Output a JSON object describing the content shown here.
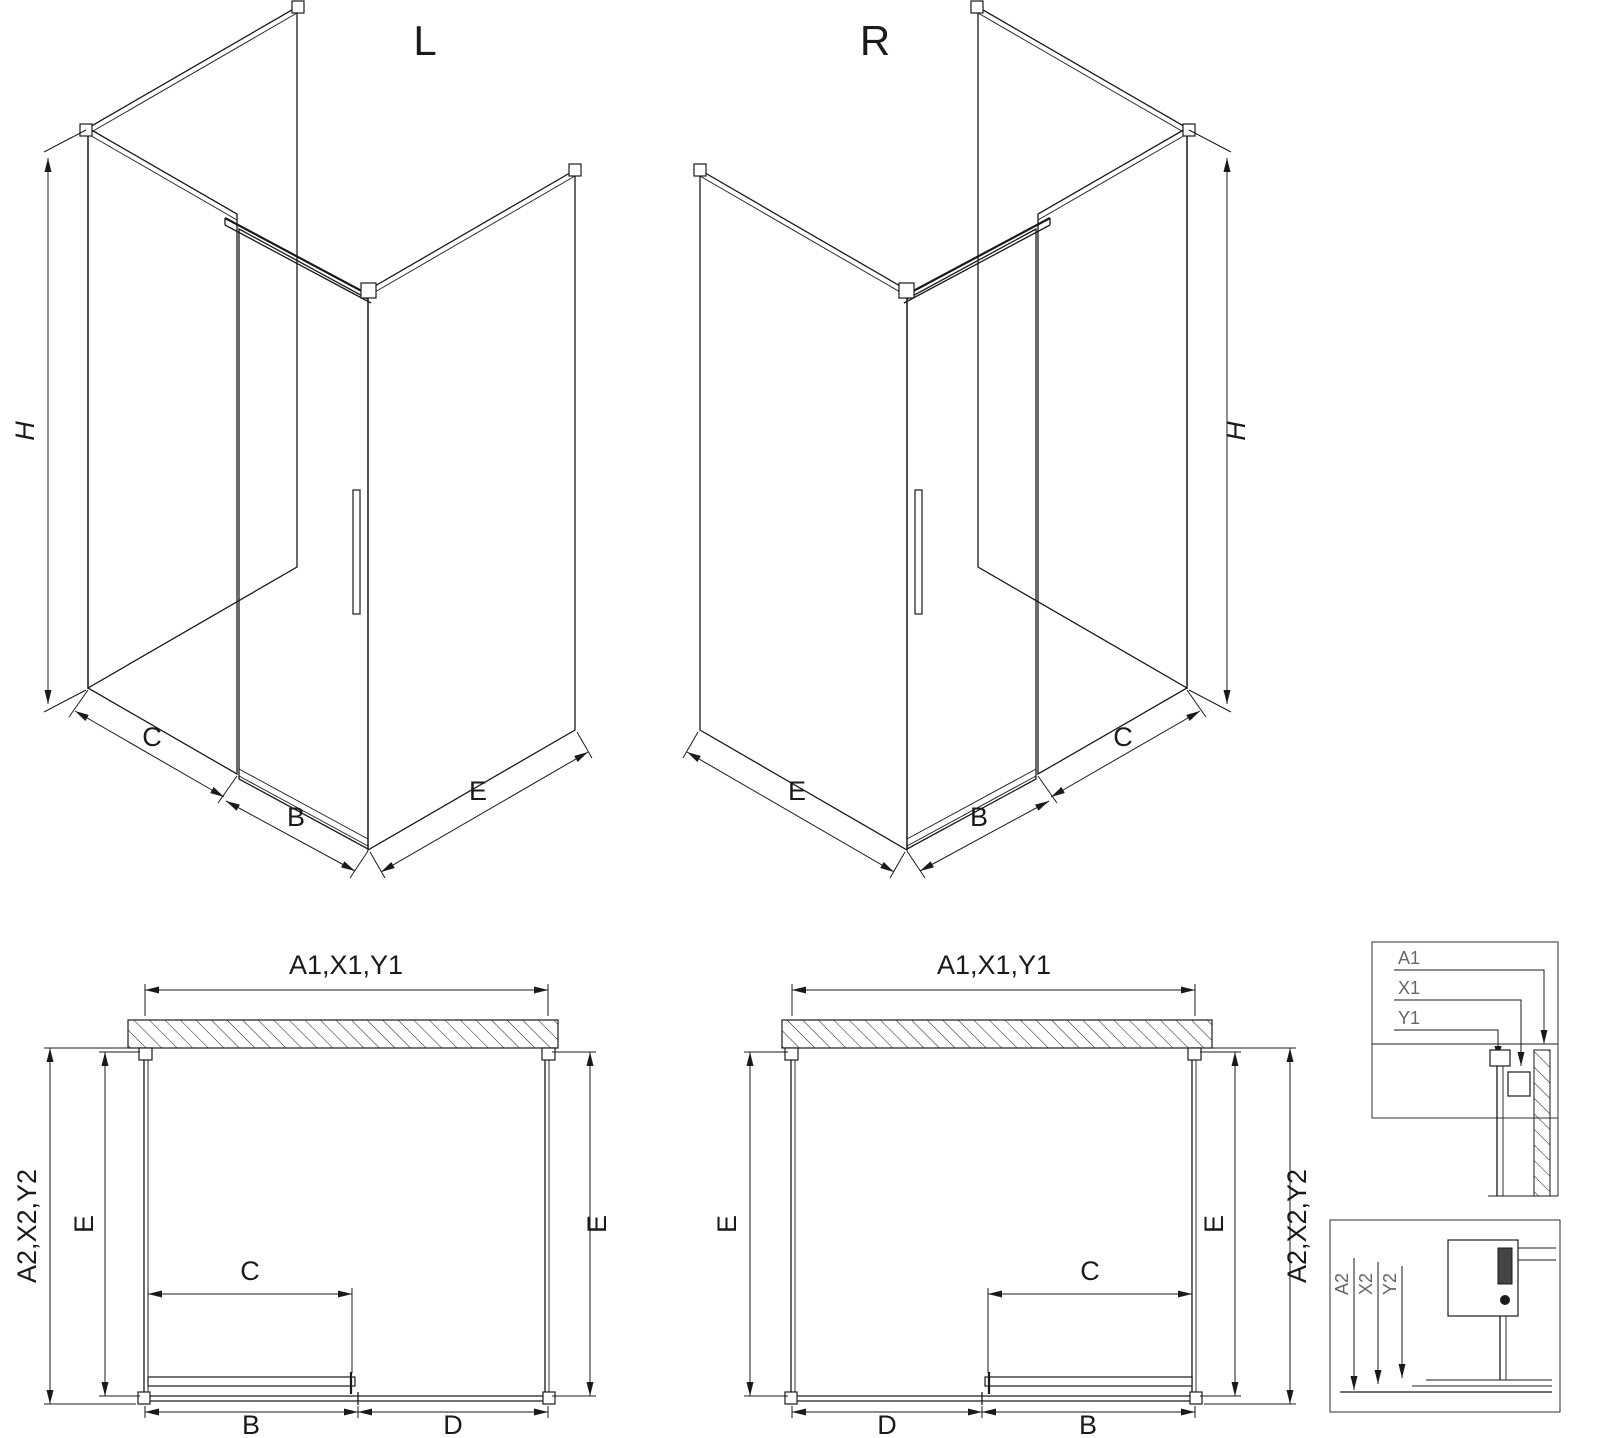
{
  "colors": {
    "line": "#1a1a1a",
    "detail_label": "#666666",
    "background": "#ffffff"
  },
  "iso_left": {
    "title": "L",
    "h": "H",
    "c": "C",
    "b": "B",
    "e": "E"
  },
  "iso_right": {
    "title": "R",
    "h": "H",
    "c": "C",
    "b": "B",
    "e": "E"
  },
  "plan_left": {
    "top": "A1,X1,Y1",
    "side": "A2,X2,Y2",
    "e_left": "E",
    "e_right": "E",
    "c": "C",
    "b": "B",
    "d": "D"
  },
  "plan_right": {
    "top": "A1,X1,Y1",
    "side": "A2,X2,Y2",
    "e_left": "E",
    "e_right": "E",
    "c": "C",
    "b": "B",
    "d": "D"
  },
  "detail_top": {
    "a1": "A1",
    "x1": "X1",
    "y1": "Y1"
  },
  "detail_bottom": {
    "a2": "A2",
    "x2": "X2",
    "y2": "Y2"
  }
}
